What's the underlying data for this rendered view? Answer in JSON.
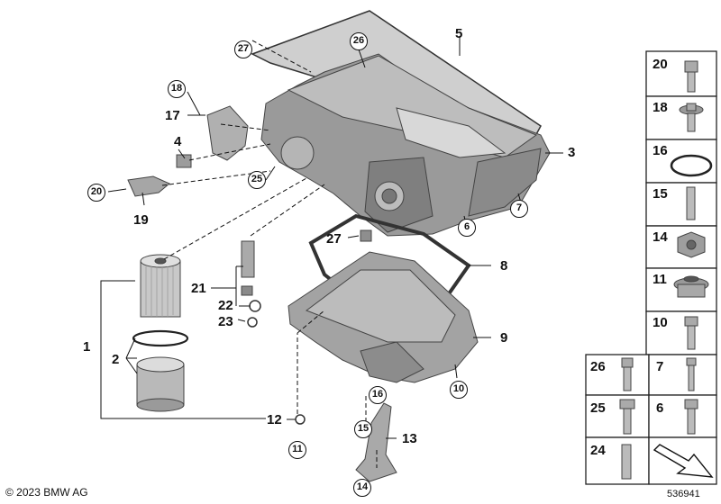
{
  "callouts": {
    "c1": "1",
    "c2": "2",
    "c3": "3",
    "c4": "4",
    "c5": "5",
    "c6": "6",
    "c7": "7",
    "c8": "8",
    "c9": "9",
    "c10": "10",
    "c11": "11",
    "c12": "12",
    "c13": "13",
    "c14": "14",
    "c15": "15",
    "c16": "16",
    "c17": "17",
    "c18": "18",
    "c19": "19",
    "c20": "20",
    "c21": "21",
    "c22": "22",
    "c23": "23",
    "c25": "25",
    "c26": "26",
    "c27a": "27",
    "c27b": "27"
  },
  "parts_table": {
    "right_column": [
      "20",
      "18",
      "16",
      "15",
      "14",
      "11",
      "10"
    ],
    "left_column": [
      "26",
      "25",
      "24"
    ],
    "mid_column": [
      "7",
      "6"
    ]
  },
  "footer": {
    "copyright": "© 2023 BMW AG",
    "image_id": "536941"
  }
}
